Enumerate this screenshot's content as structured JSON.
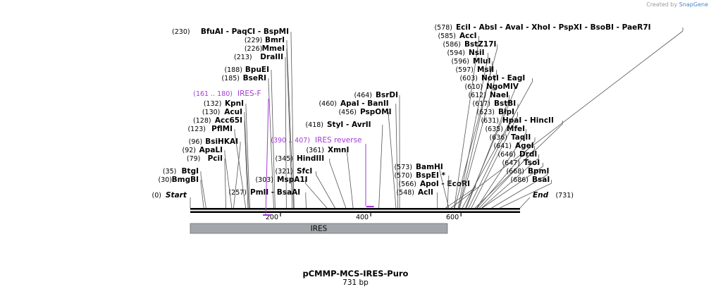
{
  "credit": {
    "prefix": "Created by",
    "brand": "SnapGene"
  },
  "title": "pCMMP-MCS-IRES-Puro",
  "size_label": "731 bp",
  "sequence_length": 731,
  "ticks": [
    200,
    400,
    600
  ],
  "features": [
    {
      "name": "IRES",
      "start": 1,
      "end": 570,
      "color": "#a3a7ab"
    }
  ],
  "primers": [
    {
      "name": "IRES-F",
      "range": "(161 .. 180)",
      "start": 161,
      "end": 180,
      "strand": "forward",
      "color": "#a23bd6"
    },
    {
      "name": "IRES reverse",
      "range": "(390 .. 407)",
      "start": 390,
      "end": 407,
      "strand": "reverse",
      "color": "#a23bd6"
    }
  ],
  "left_labels": [
    {
      "name": "BmgBI",
      "pos": "(30)",
      "site": 30
    },
    {
      "name": "BtgI",
      "pos": "(35)",
      "site": 35
    },
    {
      "name": "PciI",
      "pos": "(79)",
      "site": 79
    },
    {
      "name": "ApaLI",
      "pos": "(92)",
      "site": 92
    },
    {
      "name": "BsiHKAI",
      "pos": "(96)",
      "site": 96
    },
    {
      "name": "PflMI",
      "pos": "(123)",
      "site": 123
    },
    {
      "name": "Acc65I",
      "pos": "(128)",
      "site": 128
    },
    {
      "name": "AcuI",
      "pos": "(130)",
      "site": 130
    },
    {
      "name": "KpnI",
      "pos": "(132)",
      "site": 132
    },
    {
      "name": "BseRI",
      "pos": "(185)",
      "site": 185
    },
    {
      "name": "BpuEI",
      "pos": "(188)",
      "site": 188
    },
    {
      "name": "DraIII",
      "pos": "(213)",
      "site": 213
    },
    {
      "name": "MmeI",
      "pos": "(226)",
      "site": 226
    },
    {
      "name": "BmrI",
      "pos": "(229)",
      "site": 229
    },
    {
      "name": "BfuAI - PaqCI - BspMI",
      "pos": "(230)",
      "site": 230
    }
  ],
  "middle_labels": [
    {
      "name": "PmlI - BsaAI",
      "pos": "(257)",
      "site": 257
    },
    {
      "name": "MspA1I",
      "pos": "(303)",
      "site": 303
    },
    {
      "name": "SfcI",
      "pos": "(321)",
      "site": 321
    },
    {
      "name": "HindIII",
      "pos": "(345)",
      "site": 345
    },
    {
      "name": "XmnI",
      "pos": "(361)",
      "site": 361
    },
    {
      "name": "StyI - AvrII",
      "pos": "(418)",
      "site": 418
    },
    {
      "name": "PspOMI",
      "pos": "(456)",
      "site": 456
    },
    {
      "name": "ApaI - BanII",
      "pos": "(460)",
      "site": 460
    },
    {
      "name": "BsrDI",
      "pos": "(464)",
      "site": 464
    }
  ],
  "right_labels": [
    {
      "name": "AclI",
      "pos": "(548)",
      "site": 548
    },
    {
      "name": "ApoI - EcoRI",
      "pos": "(566)",
      "site": 566
    },
    {
      "name": "BspEI *",
      "pos": "(570)",
      "site": 570
    },
    {
      "name": "BamHI",
      "pos": "(573)",
      "site": 573
    }
  ],
  "far_right_labels": [
    {
      "name": "EciI - AbsI - AvaI - XhoI - PspXI - BsoBI - PaeR7I",
      "pos": "(578)",
      "site": 578
    },
    {
      "name": "AccI",
      "pos": "(585)",
      "site": 585
    },
    {
      "name": "BstZ17I",
      "pos": "(586)",
      "site": 586
    },
    {
      "name": "NsiI",
      "pos": "(594)",
      "site": 594
    },
    {
      "name": "MluI",
      "pos": "(596)",
      "site": 596
    },
    {
      "name": "MslI",
      "pos": "(597)",
      "site": 597
    },
    {
      "name": "NotI - EagI",
      "pos": "(603)",
      "site": 603
    },
    {
      "name": "NgoMIV",
      "pos": "(610)",
      "site": 610
    },
    {
      "name": "NaeI",
      "pos": "(612)",
      "site": 612
    },
    {
      "name": "BstBI",
      "pos": "(617)",
      "site": 617
    },
    {
      "name": "BlpI",
      "pos": "(623)",
      "site": 623
    },
    {
      "name": "HpaI - HincII",
      "pos": "(631)",
      "site": 631
    },
    {
      "name": "MfeI",
      "pos": "(635)",
      "site": 635
    },
    {
      "name": "TaqII",
      "pos": "(636)",
      "site": 636
    },
    {
      "name": "AgeI",
      "pos": "(641)",
      "site": 641
    },
    {
      "name": "DrdI",
      "pos": "(646)",
      "site": 646
    },
    {
      "name": "TsoI",
      "pos": "(647)",
      "site": 647
    },
    {
      "name": "BpmI",
      "pos": "(668)",
      "site": 668
    },
    {
      "name": "BsaI",
      "pos": "(686)",
      "site": 686
    }
  ],
  "start_label": {
    "name": "Start",
    "pos": "(0)"
  },
  "end_label": {
    "name": "End",
    "pos": "(731)"
  }
}
